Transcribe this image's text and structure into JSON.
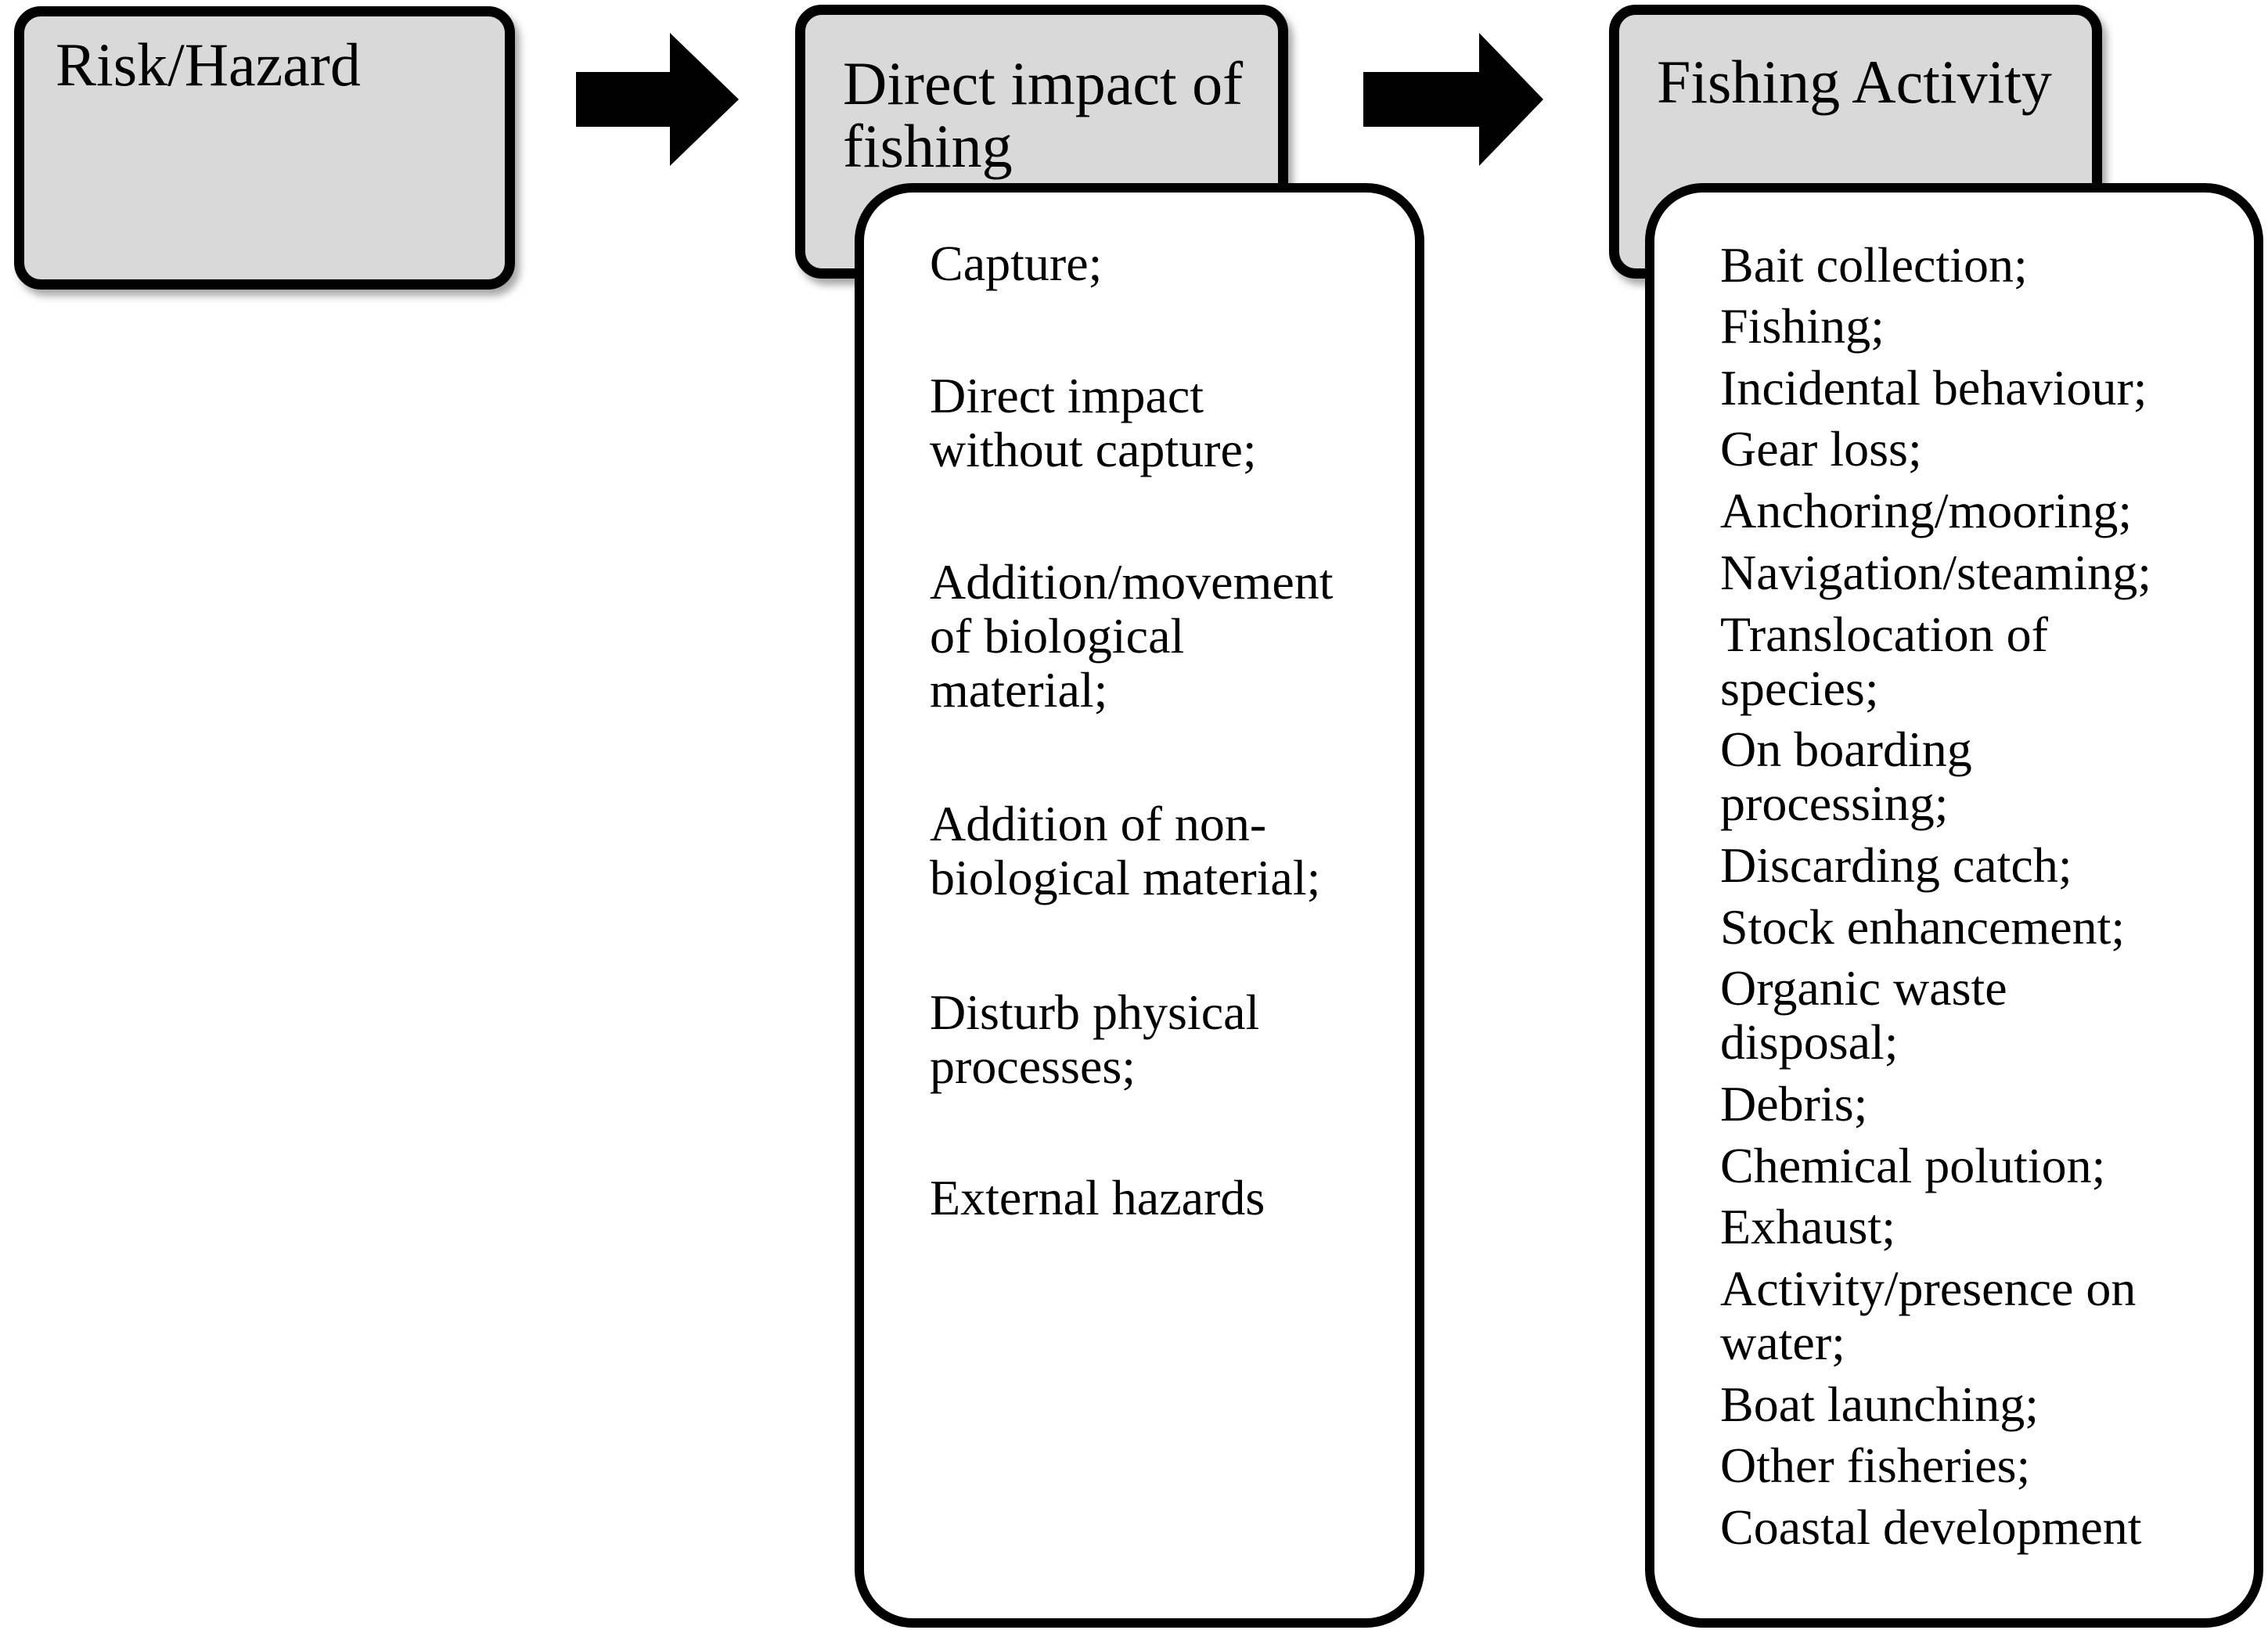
{
  "boxes": {
    "risk": {
      "title": "Risk/Hazard"
    },
    "direct": {
      "title": "Direct impact of\nfishing"
    },
    "fishing": {
      "title": "Fishing Activity"
    }
  },
  "direct_items": [
    "  Capture;",
    "  Direct impact\nwithout capture;",
    "  Addition/movement\nof biological\nmaterial;",
    "  Addition of non-\nbiological material;",
    "  Disturb physical\nprocesses;",
    "  External hazards"
  ],
  "fishing_items": [
    "  Bait collection;",
    "  Fishing;",
    "  Incidental behaviour;",
    "  Gear loss;",
    "  Anchoring/mooring;",
    "  Navigation/steaming;",
    "  Translocation of\nspecies;",
    "  On boarding\nprocessing;",
    "  Discarding catch;",
    "  Stock enhancement;",
    "  Organic waste\ndisposal;",
    "  Debris;",
    "  Chemical polution;",
    "  Exhaust;",
    "  Activity/presence on\nwater;",
    "  Boat launching;",
    "  Other fisheries;",
    "  Coastal development"
  ],
  "colors": {
    "header_fill": "#d9d9d9",
    "border": "#000000",
    "list_fill": "#ffffff",
    "arrow": "#000000"
  },
  "icons": [
    "right-arrow-icon",
    "right-arrow-icon"
  ]
}
